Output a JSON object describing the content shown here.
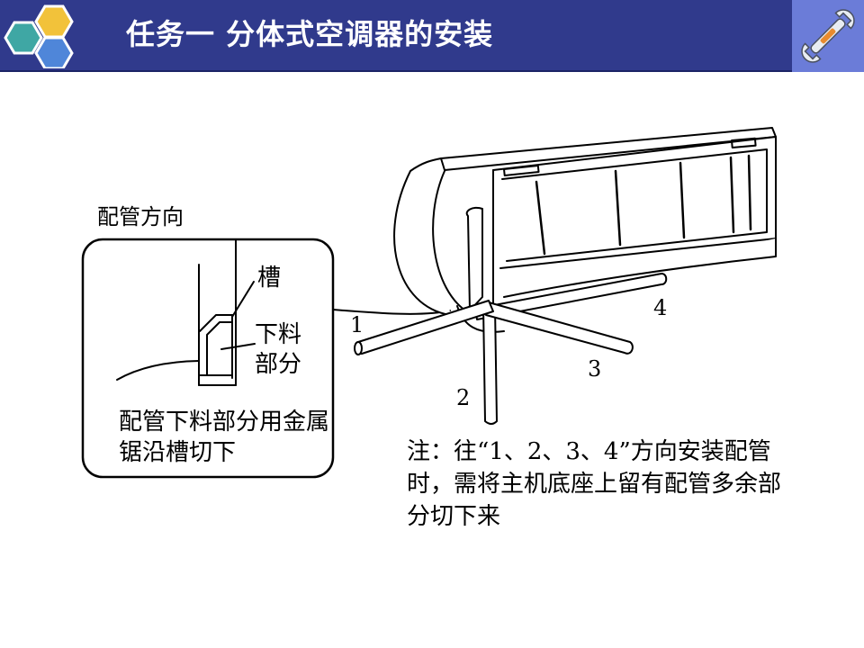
{
  "header": {
    "title": "任务一 分体式空调器的安装",
    "colors": {
      "bar": "#303a8c",
      "hex_teal": "#3fa7a4",
      "hex_yellow": "#f2c23a",
      "hex_blue": "#4f86d9",
      "tile": "#6b7cd8"
    },
    "icons": [
      "hexagon-cluster-icon",
      "wrench-icon"
    ]
  },
  "figure": {
    "detail_label": "配管方向",
    "groove": "槽",
    "cut_part": "下料部分",
    "cut_instruction": "配管下料部分用金属锯沿槽切下",
    "direction_numbers": [
      "1",
      "2",
      "3",
      "4"
    ],
    "note": "注：往“1、2、3、4”方向安装配管时，需将主机底座上留有配管多余部分切下来"
  }
}
